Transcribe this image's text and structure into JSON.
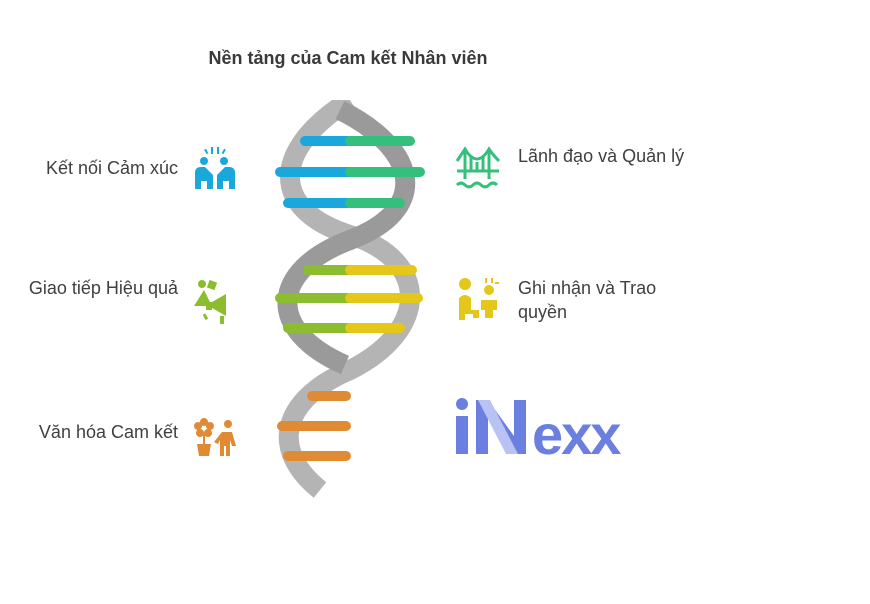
{
  "title": "Nền tảng của Cam kết Nhân viên",
  "items": [
    {
      "label": "Kết nối Cảm xúc",
      "icon": "people-connecting-icon",
      "color": "#1aa7dc"
    },
    {
      "label": "Lãnh đạo và Quản lý",
      "icon": "bridge-icon",
      "color": "#34c07c"
    },
    {
      "label": "Giao tiếp Hiệu quả",
      "icon": "megaphone-shapes-icon",
      "color": "#8cbd2e"
    },
    {
      "label": "Ghi nhận và Trao quyền",
      "icon": "person-teaching-child-icon",
      "color": "#e5c71a"
    },
    {
      "label": "Văn hóa Cam kết",
      "icon": "flower-person-icon",
      "color": "#e08a34"
    }
  ],
  "logo": {
    "text": "iNexx",
    "color": "#6b7fe0"
  },
  "helix_color": "#a0a0a0"
}
